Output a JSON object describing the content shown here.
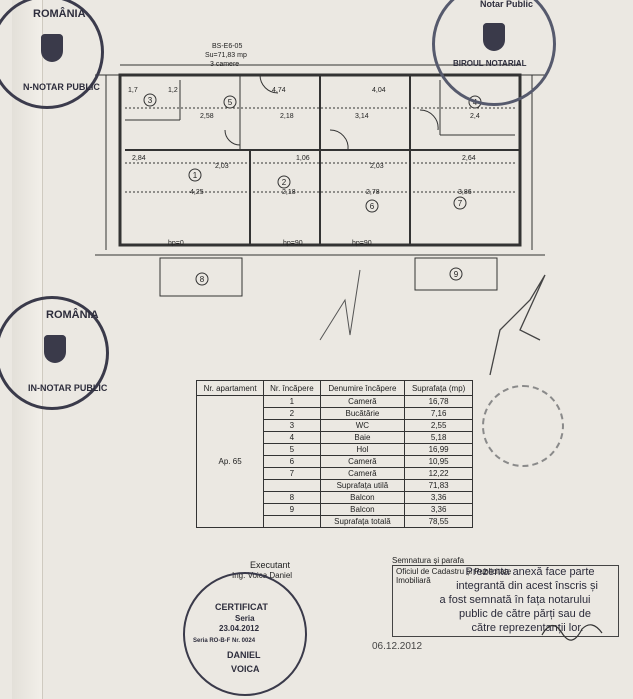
{
  "plan": {
    "label_code": "BS-E6-05",
    "label_area": "Su=71,83 mp",
    "label_rooms": "3 camere",
    "rooms": [
      "1",
      "2",
      "3",
      "4",
      "5",
      "6",
      "7",
      "8",
      "9"
    ],
    "dims_top": [
      "4,74",
      "4,04",
      "2,58",
      "2,18",
      "3,14",
      "2,4",
      "1,7",
      "1,2"
    ],
    "dims_mid": [
      "2,84",
      "2,03",
      "1,06",
      "2,03",
      "2,64"
    ],
    "dims_bot": [
      "4,25",
      "2,18",
      "2,78",
      "3,86"
    ],
    "hp": [
      "hp=0",
      "hp=90",
      "hp=90"
    ]
  },
  "table": {
    "headers": [
      "Nr. apartament",
      "Nr. încăpere",
      "Denumire încăpere",
      "Suprafața (mp)"
    ],
    "apartment": "Ap. 65",
    "rows": [
      {
        "nr": "1",
        "name": "Cameră",
        "area": "16,78"
      },
      {
        "nr": "2",
        "name": "Bucătărie",
        "area": "7,16"
      },
      {
        "nr": "3",
        "name": "WC",
        "area": "2,55"
      },
      {
        "nr": "4",
        "name": "Baie",
        "area": "5,18"
      },
      {
        "nr": "5",
        "name": "Hol",
        "area": "16,99"
      },
      {
        "nr": "6",
        "name": "Cameră",
        "area": "10,95"
      },
      {
        "nr": "7",
        "name": "Cameră",
        "area": "12,22"
      },
      {
        "nr": "",
        "name": "Suprafața utilă",
        "area": "71,83"
      },
      {
        "nr": "8",
        "name": "Balcon",
        "area": "3,36"
      },
      {
        "nr": "9",
        "name": "Balcon",
        "area": "3,36"
      },
      {
        "nr": "",
        "name": "Suprafața totală",
        "area": "78,55"
      }
    ]
  },
  "executant": {
    "label": "Executant",
    "name": "Ing. Voica Daniel",
    "stamp_top": "CERTIFICAT",
    "stamp_series": "Seria",
    "stamp_date": "23.04.2012",
    "stamp_nr": "Seria RO-B-F Nr. 0024",
    "stamp_name1": "DANIEL",
    "stamp_name2": "VOICA"
  },
  "signature_note": "Semnatura și parafa",
  "overlay_text": [
    "Prezenta anexă face parte",
    "integrantă din acest înscris și",
    "a fost semnată în fața notarului",
    "public de către părți sau de",
    "către reprezentanții lor."
  ],
  "cadastru_text": "Oficiul de Cadastru și Publicitate Imobiliară",
  "stamps": {
    "top_left": "ROMÂNIA",
    "top_left_sub": "N-NOTAR PUBLIC",
    "top_right": "Notar Public",
    "top_right_sub": "BIROUL NOTARIAL",
    "mid_left": "ROMÂNIA",
    "mid_left_sub": "IN-NOTAR PUBLIC",
    "bottom_code": "06.12.2012"
  }
}
